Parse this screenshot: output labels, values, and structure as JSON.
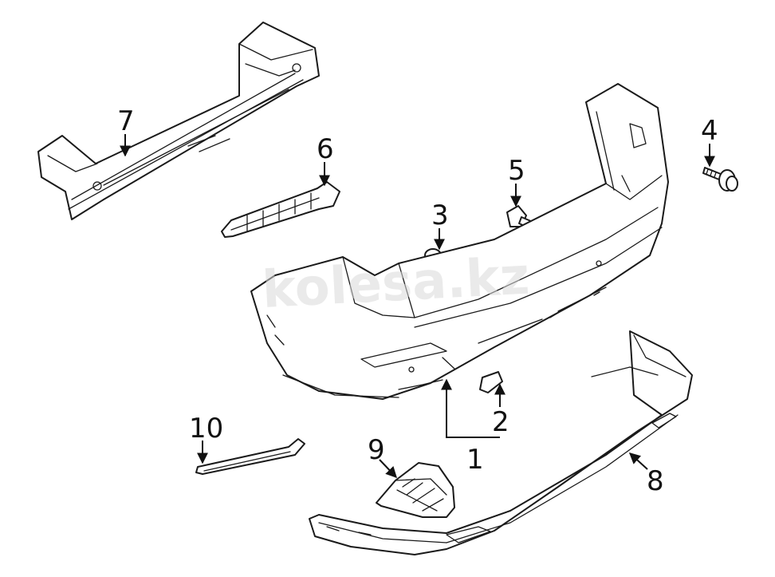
{
  "watermark": "kolesa.kz",
  "callouts": {
    "c1": "1",
    "c2": "2",
    "c3": "3",
    "c4": "4",
    "c5": "5",
    "c6": "6",
    "c7": "7",
    "c8": "8",
    "c9": "9",
    "c10": "10"
  }
}
